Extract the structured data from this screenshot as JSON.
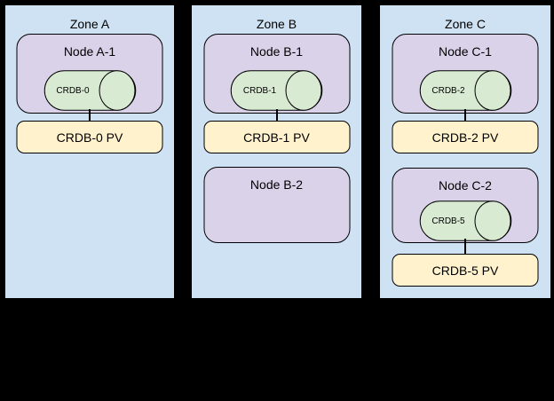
{
  "zones": [
    {
      "label": "Zone A",
      "stacks": [
        {
          "node_label": "Node A-1",
          "db_label": "CRDB-0",
          "pv_label": "CRDB-0 PV"
        }
      ]
    },
    {
      "label": "Zone B",
      "stacks": [
        {
          "node_label": "Node B-1",
          "db_label": "CRDB-1",
          "pv_label": "CRDB-1 PV"
        },
        {
          "node_label": "Node B-2"
        }
      ]
    },
    {
      "label": "Zone C",
      "stacks": [
        {
          "node_label": "Node C-1",
          "db_label": "CRDB-2",
          "pv_label": "CRDB-2 PV"
        },
        {
          "node_label": "Node C-2",
          "db_label": "CRDB-5",
          "pv_label": "CRDB-5 PV"
        }
      ]
    }
  ],
  "icons": {
    "database_cylinder_icon": "horizontal-cylinder"
  },
  "colors": {
    "background": "#000000",
    "zone_fill": "#cfe2f3",
    "node_fill": "#d9d2e9",
    "db_fill": "#d9ead3",
    "pv_fill": "#fff2cc",
    "border": "#000000"
  }
}
